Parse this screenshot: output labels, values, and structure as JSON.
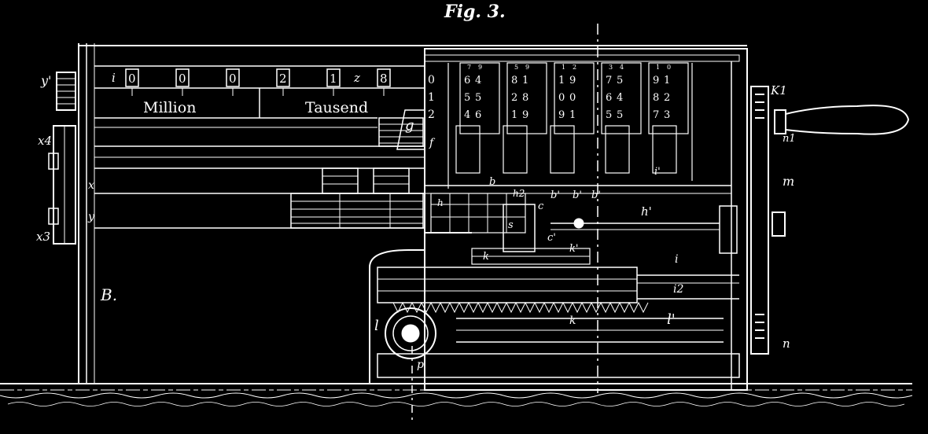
{
  "figure": {
    "title": "Fig. 3.",
    "scale_labels": [
      "Million",
      "Tausend"
    ],
    "result_digits": [
      "0",
      "0",
      "0",
      "2",
      "1",
      "8"
    ],
    "result_letters": [
      "i",
      "z"
    ],
    "machine_label": "B."
  },
  "columns": [
    {
      "top": [
        "7",
        "9"
      ],
      "rows": [
        [
          "6",
          "4"
        ],
        [
          "5",
          "5"
        ],
        [
          "4",
          "6"
        ]
      ]
    },
    {
      "top": [
        "5",
        "9"
      ],
      "rows": [
        [
          "8",
          "1"
        ],
        [
          "2",
          "8"
        ],
        [
          "1",
          "9"
        ]
      ]
    },
    {
      "top": [
        "1",
        "2"
      ],
      "rows": [
        [
          "1",
          "9"
        ],
        [
          "0",
          "0"
        ],
        [
          "9",
          "1"
        ]
      ]
    },
    {
      "top": [
        "3",
        "4"
      ],
      "rows": [
        [
          "7",
          "5"
        ],
        [
          "6",
          "4"
        ],
        [
          "5",
          "5"
        ]
      ]
    },
    {
      "top": [
        "1",
        "0"
      ],
      "rows": [
        [
          "9",
          "1"
        ],
        [
          "8",
          "2"
        ],
        [
          "7",
          "3"
        ]
      ]
    }
  ],
  "row_numbers": [
    "0",
    "1",
    "2"
  ],
  "letter_labels": {
    "y1": "y'",
    "x4": "x4",
    "x3": "x3",
    "x": "x",
    "y": "y",
    "g": "g",
    "f": "f",
    "b": "b",
    "b1": "b'",
    "b2": "b'",
    "b3": "b'",
    "h": "h",
    "h1": "h'",
    "h2": "h2",
    "c": "c",
    "c1": "c'",
    "s": "s",
    "k": "k",
    "k1": "k'",
    "kk": "k",
    "i": "i",
    "i1": "i'",
    "i2": "i2",
    "l": "l",
    "l1": "l'",
    "p": "p",
    "K1": "K1",
    "n1": "n1",
    "m": "m",
    "n": "n"
  }
}
